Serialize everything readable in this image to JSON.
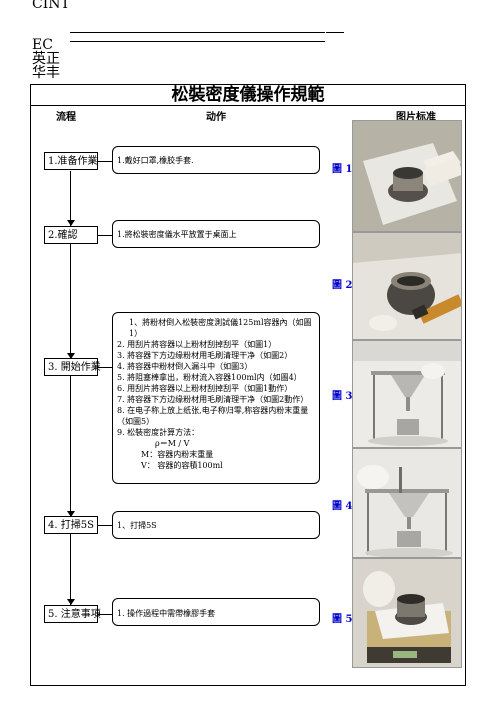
{
  "header": {
    "logo_line1": "CINT",
    "logo_line2": "EC",
    "logo_line3": "英正",
    "logo_line4": "华丰"
  },
  "title": "松裝密度儀操作規範",
  "columns": {
    "flow": "流程",
    "action": "动作",
    "image": "图片标准"
  },
  "steps": [
    {
      "label": "1.准备作業"
    },
    {
      "label": "2.確認"
    },
    {
      "label": "3. 開始作業"
    },
    {
      "label": "4. 打掃5S"
    },
    {
      "label": "5. 注意事項"
    }
  ],
  "actions": {
    "step1": "1.戴好口罩,橡胶手套.",
    "step2": "1.將松裝密度儀水平放置于桌面上",
    "step3": [
      "1、將粉材倒入松裝密度測試儀125ml容器內（如圖1）",
      "2. 用刮片將容器以上粉材刮掉刮平（如圖1）",
      "3. 將容器下方边缘粉材用毛刷清理干净（如圖2）",
      "4. 將容器中粉材倒入漏斗中（如圖3）",
      "5. 將阻塞棒拿出，粉材流入容器100ml内（如圖4）",
      "6. 用刮片將容器以上粉材刮掉刮平（如圖1動作）",
      "7. 將容器下方边缘粉材用毛刷清理干净（如圖2動作）",
      "8. 在电子称上放上纸张,电子称归零,称容器内粉末重量（如圖5）",
      "9. 松裝密度計算方法："
    ],
    "formula": "ρ＝M / V",
    "formula_m": "M：容器内粉末重量",
    "formula_v": "V： 容器的容積100ml",
    "step4": "1、打掃5S",
    "step5": "1. 操作過程中需帶橡膠手套"
  },
  "figures": [
    "圖 1",
    "圖 2",
    "圖 3",
    "圖 4",
    "圖 5"
  ]
}
